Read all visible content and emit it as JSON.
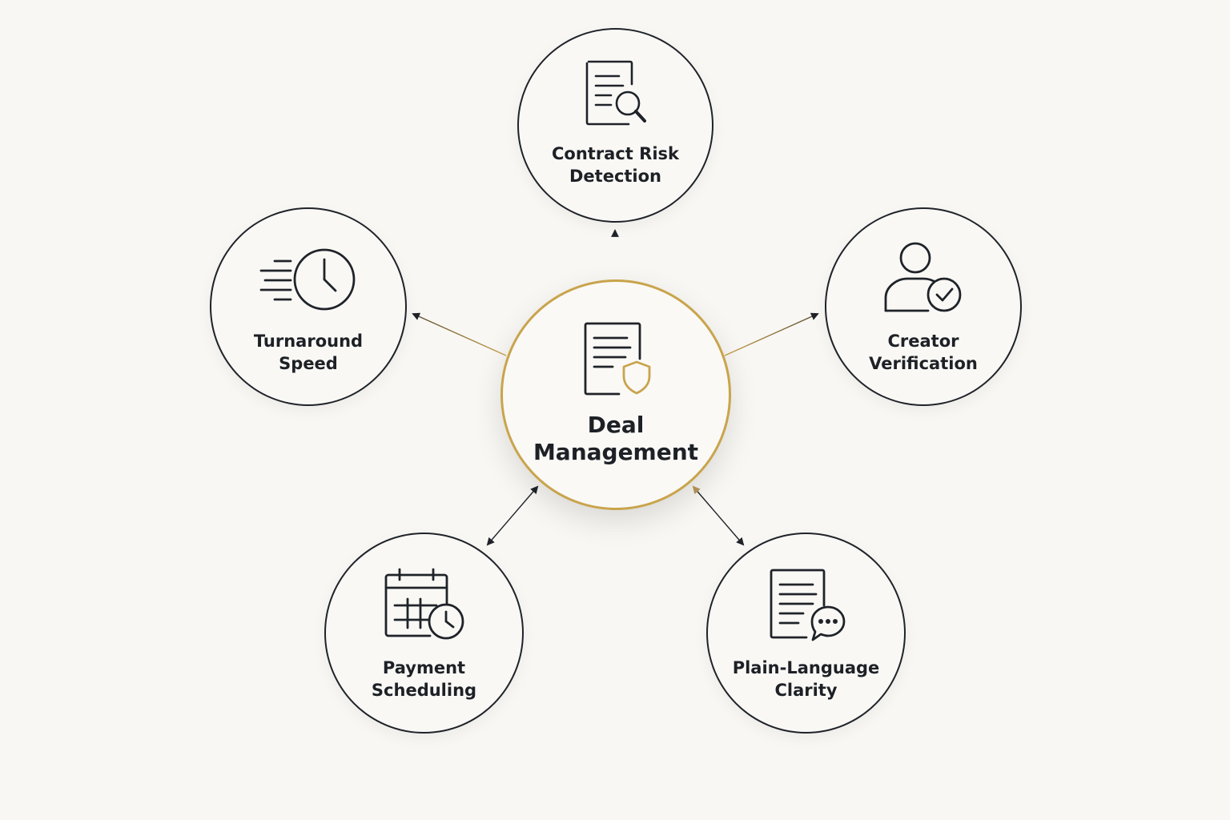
{
  "diagram": {
    "center": {
      "lines": [
        "Deal",
        "Management"
      ],
      "icon": "document-shield-icon",
      "accent_color": "#c9a44c"
    },
    "nodes": [
      {
        "id": "top",
        "lines": [
          "Contract Risk",
          "Detection"
        ],
        "icon": "document-magnifier-icon"
      },
      {
        "id": "left",
        "lines": [
          "Turnaround",
          "Speed"
        ],
        "icon": "fast-clock-icon"
      },
      {
        "id": "right",
        "lines": [
          "Creator",
          "Verification"
        ],
        "icon": "user-check-icon"
      },
      {
        "id": "bottom-left",
        "lines": [
          "Payment",
          "Scheduling"
        ],
        "icon": "calendar-clock-icon"
      },
      {
        "id": "bottom-right",
        "lines": [
          "Plain-Language",
          "Clarity"
        ],
        "icon": "document-chat-icon"
      }
    ],
    "colors": {
      "background": "#f8f7f3",
      "stroke": "#1f2329",
      "accent": "#c9a44c"
    }
  }
}
